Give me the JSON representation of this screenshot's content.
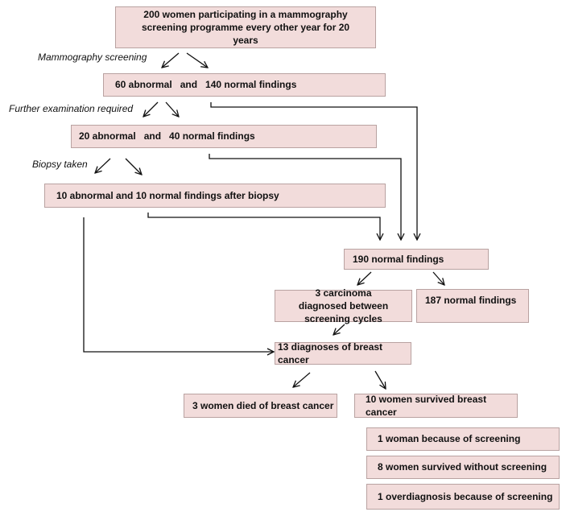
{
  "boxes": {
    "start": "200 women participating in a mammography screening programme every other year for 20 years",
    "first_results": "60 abnormal   and   140 normal findings",
    "second_results": "20 abnormal   and   40 normal findings",
    "biopsy_results": "10 abnormal and 10 normal findings after biopsy",
    "normal_total": "190 normal findings",
    "interval_cancer": "3 carcinoma diagnosed between screening cycles",
    "normal_final": "187 normal findings",
    "cancer_total": "13 diagnoses of breast cancer",
    "died": "3 women died of breast cancer",
    "survived": "10 women survived breast cancer",
    "survived_screening": "1 woman because of screening",
    "survived_without": "8 women survived without screening",
    "overdiagnosis": "1 overdiagnosis because of screening"
  },
  "labels": {
    "step1": "Mammography screening",
    "step2": "Further examination required",
    "step3": "Biopsy taken"
  }
}
